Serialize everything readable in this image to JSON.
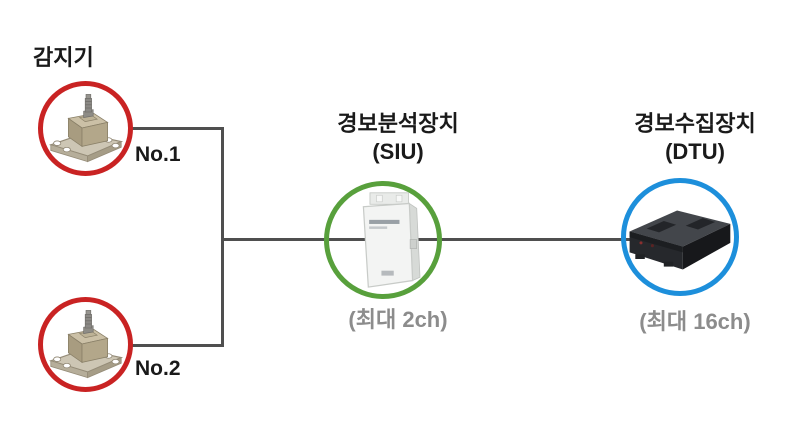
{
  "sensors": {
    "group_label": "감지기",
    "items": [
      {
        "label": "No.1"
      },
      {
        "label": "No.2"
      }
    ],
    "ring_color": "#c92323"
  },
  "siu": {
    "name": "경보분석장치",
    "abbr": "(SIU)",
    "capacity": "(최대 2ch)",
    "ring_color": "#58a03c"
  },
  "dtu": {
    "name": "경보수집장치",
    "abbr": "(DTU)",
    "capacity": "(최대 16ch)",
    "ring_color": "#1d8fdb"
  },
  "connector_color": "#4f4f4f",
  "text_colors": {
    "label": "#1a1a1a",
    "capacity": "#8c8c8c"
  },
  "images": {
    "sensor": "vibration-sensor-photo",
    "siu": "wall-mount-enclosure-photo",
    "dtu": "rack-unit-photo"
  }
}
